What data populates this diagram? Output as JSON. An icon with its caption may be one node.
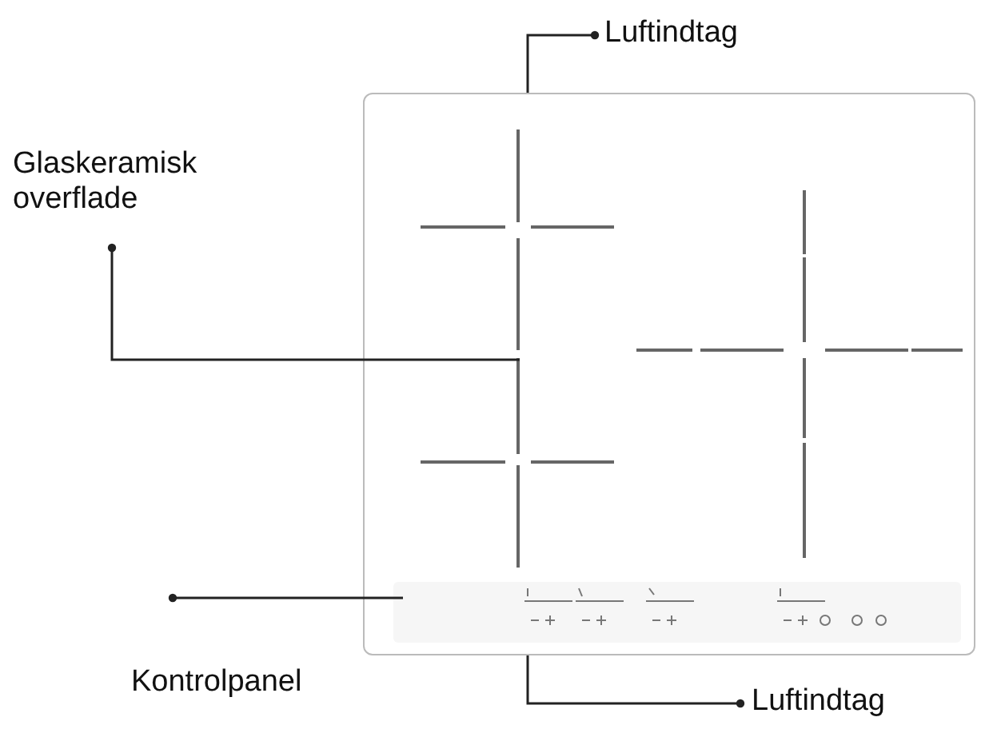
{
  "diagram": {
    "nodes": [
      {
        "text": [
          "Luftindtag"
        ]
      },
      {
        "text": [
          "Glaskeramisk overflade"
        ]
      },
      {
        "text": [
          "Kontrolpanel"
        ]
      },
      {
        "text": [
          "Luftindtag"
        ]
      },
      {
        "text": [],
        "shape": "box"
      },
      {
        "text": [],
        "shape": "bar",
        "in": 4
      }
    ],
    "edges": [
      {
        "from": 0,
        "to": 4,
        "arrow": "other"
      },
      {
        "from": 1,
        "to": 4,
        "arrow": "other"
      },
      {
        "from": 2,
        "to": 5,
        "arrow": "other"
      },
      {
        "from": 3,
        "to": 4,
        "arrow": "other"
      }
    ]
  }
}
